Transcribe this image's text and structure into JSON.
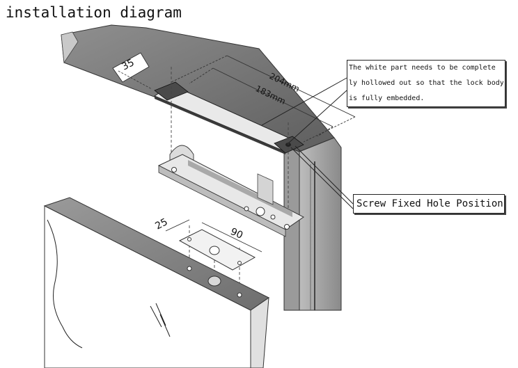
{
  "title": "installation diagram",
  "dimensions": {
    "width_35": "35",
    "length_204": "204mm",
    "length_183": "183mm",
    "spacing_25": "25",
    "spacing_90": "90"
  },
  "callouts": {
    "embed_note_lines": [
      "The white part needs to be complete",
      "ly hollowed out so that the lock body",
      "is fully embedded."
    ],
    "screw_note": "Screw Fixed Hole Position"
  }
}
